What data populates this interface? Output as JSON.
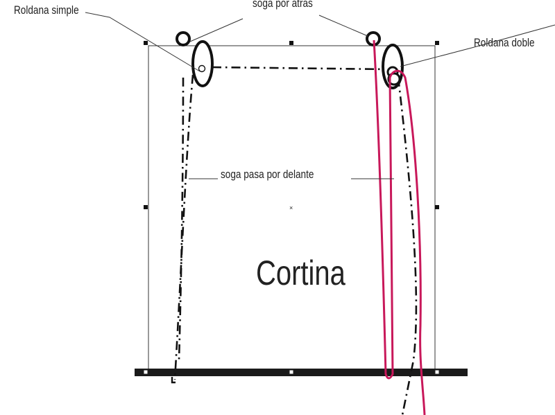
{
  "diagram": {
    "labels": {
      "roldana_simple": "Roldana simple",
      "soga_por_atras": "soga por atras",
      "roldana_doble": "Roldana doble",
      "soga_pasa_por_delante": "soga pasa por delante",
      "cortina": "Cortina"
    },
    "colors": {
      "rope_front": "#c8185a",
      "rope_back": "#111111",
      "frame": "#333333",
      "rail": "#1a1a1a"
    }
  }
}
